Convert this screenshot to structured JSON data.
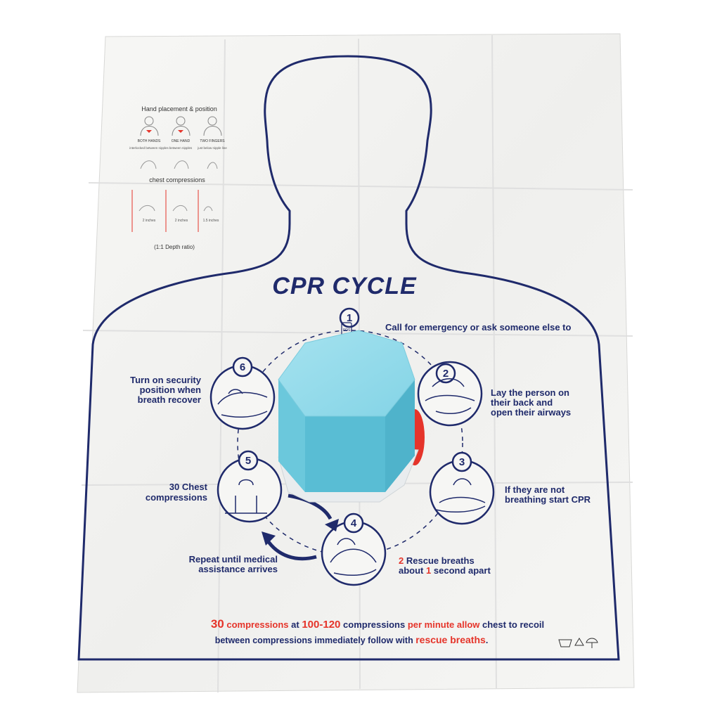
{
  "title": "CPR CYCLE",
  "hand_panel": {
    "heading": "Hand placement & position",
    "labels": [
      "BOTH HANDS",
      "ONE HAND",
      "TWO FINGERS"
    ],
    "sublabels": [
      "interlocked between nipples",
      "between nipples",
      "just below nipple line"
    ],
    "compressions_heading": "chest compressions",
    "depths": [
      "2 inches",
      "2 inches",
      "1.5 inches"
    ],
    "ratio": "(1:1 Depth ratio)"
  },
  "steps": [
    {
      "num": "1",
      "text": "Call for emergency or ask someone else to"
    },
    {
      "num": "2",
      "line1": "Lay the person on",
      "line2": "their back and",
      "line3": "open their airways"
    },
    {
      "num": "3",
      "line1": "If they are not",
      "line2": "breathing start CPR"
    },
    {
      "num": "4",
      "count": "2",
      "line1_rest": "Rescue breaths",
      "line2_pre": "about",
      "seconds": "1",
      "line2_post": "second apart"
    },
    {
      "num": "5",
      "line1": "30 Chest",
      "line2": "compressions"
    },
    {
      "num": "6",
      "line1": "Turn on security",
      "line2": "position when",
      "line3": "breath recover"
    }
  ],
  "repeat": {
    "line1": "Repeat until medical",
    "line2": "assistance arrives"
  },
  "sos_label": "SOS",
  "footer": {
    "n30": "30",
    "w_compressions": "compressions",
    "w_at": "at",
    "rate": "100-120",
    "w_compressions2": "compressions",
    "w_per_minute": "per minute allow",
    "w_chest": "chest to recoil",
    "line2_pre": "between compressions immediately follow with",
    "rescue": "rescue breaths",
    "period": "."
  },
  "colors": {
    "navy": "#1f2a6b",
    "red": "#e5342a",
    "sheet": "#f4f4f2",
    "device_top": "#8fd6e6",
    "device_side": "#6cc6dc"
  }
}
